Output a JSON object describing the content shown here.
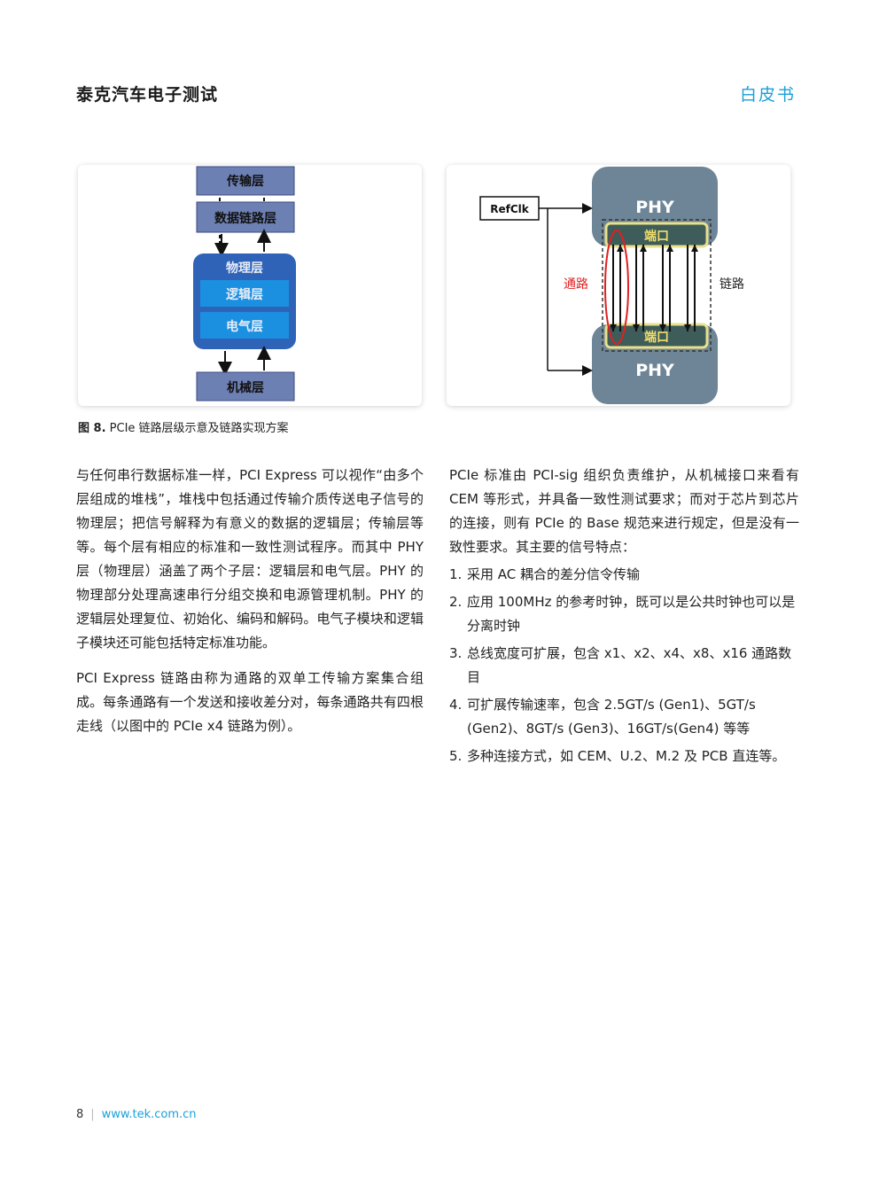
{
  "header": {
    "title": "泰克汽车电子测试",
    "doc_type": "白皮书"
  },
  "figure_left": {
    "transport_layer": "传输层",
    "data_link_layer": "数据链路层",
    "physical_layer": "物理层",
    "logical_sublayer": "逻辑层",
    "electrical_sublayer": "电气层",
    "mechanical_layer": "机械层"
  },
  "figure_right": {
    "refclk": "RefClk",
    "phy_top": "PHY",
    "phy_bottom": "PHY",
    "port_top": "端口",
    "port_bottom": "端口",
    "lane_label": "通路",
    "link_label": "链路"
  },
  "caption": {
    "label": "图 8.",
    "text": " PCIe 链路层级示意及链路实现方案"
  },
  "left_column": {
    "para1": "与任何串行数据标准一样，PCI Express 可以视作“由多个层组成的堆栈”，堆栈中包括通过传输介质传送电子信号的物理层；把信号解释为有意义的数据的逻辑层；传输层等等。每个层有相应的标准和一致性测试程序。而其中 PHY 层（物理层）涵盖了两个子层：逻辑层和电气层。PHY 的物理部分处理高速串行分组交换和电源管理机制。PHY 的逻辑层处理复位、初始化、编码和解码。电气子模块和逻辑子模块还可能包括特定标准功能。",
    "para2": "PCI Express 链路由称为通路的双单工传输方案集合组成。每条通路有一个发送和接收差分对，每条通路共有四根走线（以图中的 PCIe x4 链路为例）。"
  },
  "right_column": {
    "intro": "PCIe 标准由 PCI-sig 组织负责维护，从机械接口来看有 CEM 等形式，并具备一致性测试要求；而对于芯片到芯片的连接，则有 PCIe 的 Base 规范来进行规定，但是没有一致性要求。其主要的信号特点：",
    "items": [
      {
        "num": "1.",
        "text": "采用 AC 耦合的差分信令传输"
      },
      {
        "num": "2.",
        "text": "应用 100MHz 的参考时钟，既可以是公共时钟也可以是分离时钟"
      },
      {
        "num": "3.",
        "text": "总线宽度可扩展，包含 x1、x2、x4、x8、x16 通路数目"
      },
      {
        "num": "4.",
        "text": "可扩展传输速率，包含 2.5GT/s (Gen1)、5GT/s (Gen2)、8GT/s (Gen3)、16GT/s(Gen4) 等等"
      },
      {
        "num": "5.",
        "text": "多种连接方式，如 CEM、U.2、M.2 及 PCB 直连等。"
      }
    ]
  },
  "footer": {
    "page": "8",
    "separator": "|",
    "url": "www.tek.com.cn"
  },
  "colors": {
    "accent": "#1ba0d8",
    "layer_box": "#6d80b4",
    "physical_layer": "#2e63b8",
    "sublayer": "#1b8fe0",
    "phy_box": "#6d8596",
    "port": "#3d5c5a",
    "port_border": "#e8e08a",
    "lane_red": "#e02020"
  }
}
